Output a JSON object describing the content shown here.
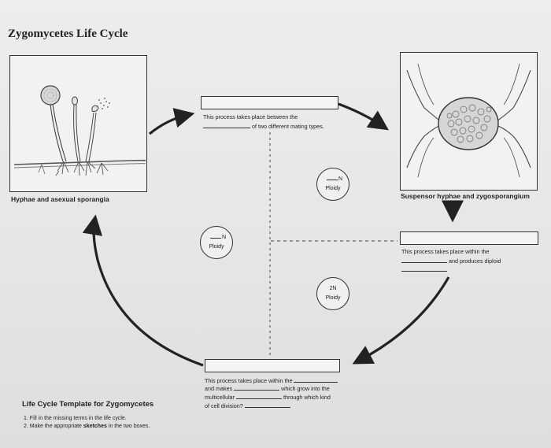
{
  "title": "Zygomycetes Life Cycle",
  "captions": {
    "left": "Hyphae and asexual sporangia",
    "right": "Suspensor hyphae and zygosporangium"
  },
  "top_process": {
    "line1": "This process takes place between the",
    "line2": "of two different mating types."
  },
  "right_process": {
    "line1": "This process takes place within the",
    "line2": "and produces diploid"
  },
  "bottom_process": {
    "l1": "This process takes place within the",
    "l2a": "and makes",
    "l2b": "which grow into the",
    "l3a": "multicellular",
    "l3b": "through which kind",
    "l4": "of cell division?"
  },
  "ploidy": {
    "top": {
      "level": "N",
      "label": "Ploidy"
    },
    "left": {
      "level": "N",
      "label": "Ploidy"
    },
    "mid": {
      "level": "2N",
      "label": "Ploidy"
    }
  },
  "footer": {
    "heading": "Life Cycle Template for Zygomycetes",
    "instructions": [
      {
        "num": "1.",
        "text": "Fill in the missing terms in the life cycle."
      },
      {
        "num": "2.",
        "pre": "Make the appropriate ",
        "bold": "sketches",
        "post": " in the two boxes."
      }
    ]
  }
}
